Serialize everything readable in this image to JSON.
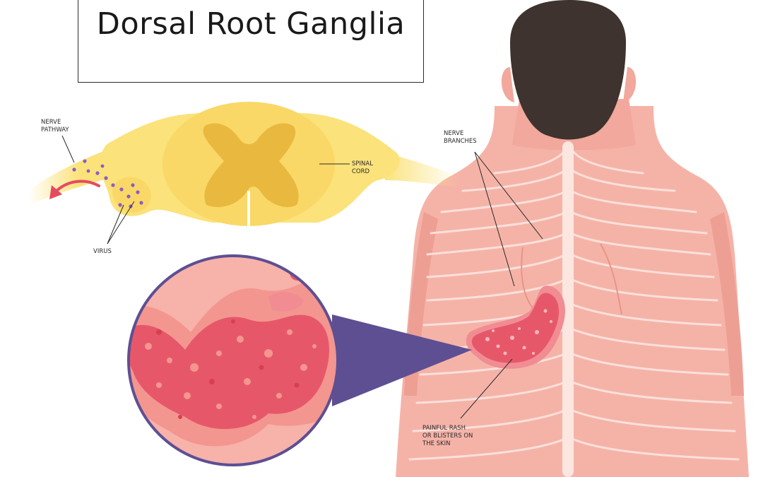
{
  "title": "Dorsal Root Ganglia",
  "labels": {
    "nerve_pathway": "NERVE\nPATHWAY",
    "spinal_cord": "SPINAL\nCORD",
    "virus": "VIRUS",
    "nerve_branches": "NERVE\nBRANCHES",
    "rash": "PAINFUL RASH\nOR BLISTERS ON\nTHE SKIN"
  },
  "colors": {
    "skin": "#f5b3a8",
    "skin_shadow": "#ee9f94",
    "hair": "#3e332e",
    "nerve_yellow": "#fbe27a",
    "cord_yellow": "#f9d867",
    "grey_matter": "#e9b93f",
    "virus_purple": "#8a5cc4",
    "rash_red": "#e7576a",
    "rash_pink": "#f18c93",
    "zoom_border": "#5e4f93"
  }
}
